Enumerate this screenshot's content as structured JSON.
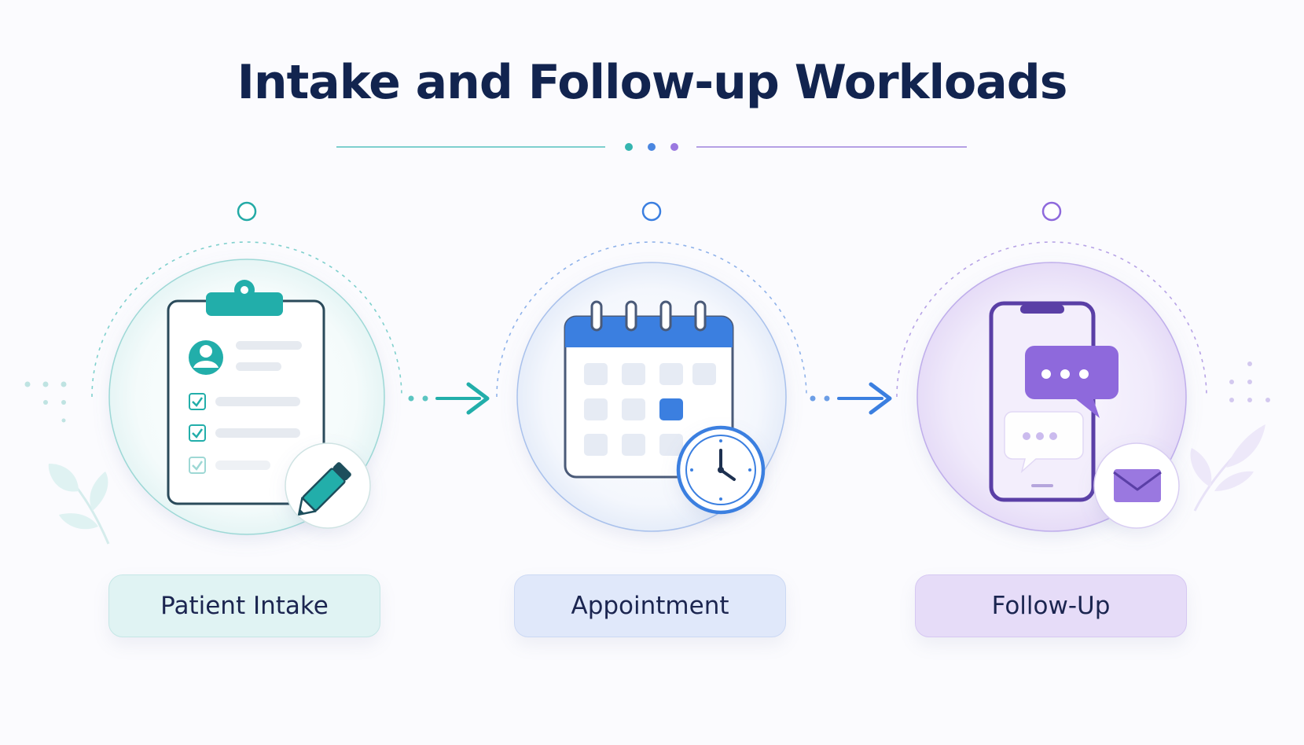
{
  "title": "Intake and Follow-up Workloads",
  "colors": {
    "teal": "#1fb0ac",
    "blue": "#3b7fe0",
    "purple": "#8e69dc",
    "navy": "#12244f"
  },
  "steps": [
    {
      "label": "Patient Intake",
      "icon": "clipboard-icon",
      "badge_icon": "pencil-icon"
    },
    {
      "label": "Appointment",
      "icon": "calendar-icon",
      "badge_icon": "clock-icon"
    },
    {
      "label": "Follow-Up",
      "icon": "smartphone-icon",
      "badge_icon": "envelope-icon"
    }
  ]
}
